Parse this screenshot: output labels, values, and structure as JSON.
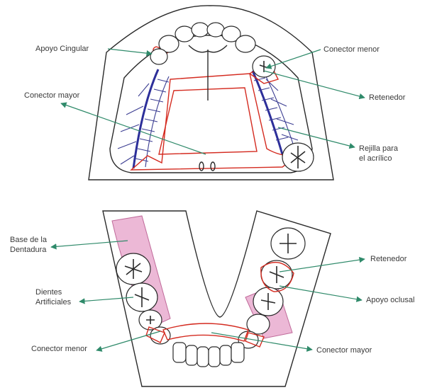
{
  "upper": {
    "labels": {
      "apoyo_cingular": "Apoyo Cingular",
      "conector_menor": "Conector menor",
      "conector_mayor": "Conector mayor",
      "retenedor": "Retenedor",
      "rejilla_line1": "Rejilla para",
      "rejilla_line2": "el acrílico"
    }
  },
  "lower": {
    "labels": {
      "base_line1": "Base de la",
      "base_line2": "Dentadura",
      "dientes_line1": "Dientes",
      "dientes_line2": "Artificiales",
      "conector_menor": "Conector menor",
      "retenedor": "Retenedor",
      "apoyo_oclusal": "Apoyo oclusal",
      "conector_mayor": "Conector mayor"
    }
  },
  "colors": {
    "framework": "#d42b20",
    "mesh": "#2d2f9a",
    "arrow": "#2f8a6a",
    "acrylic_base": "#ecb8d6"
  }
}
